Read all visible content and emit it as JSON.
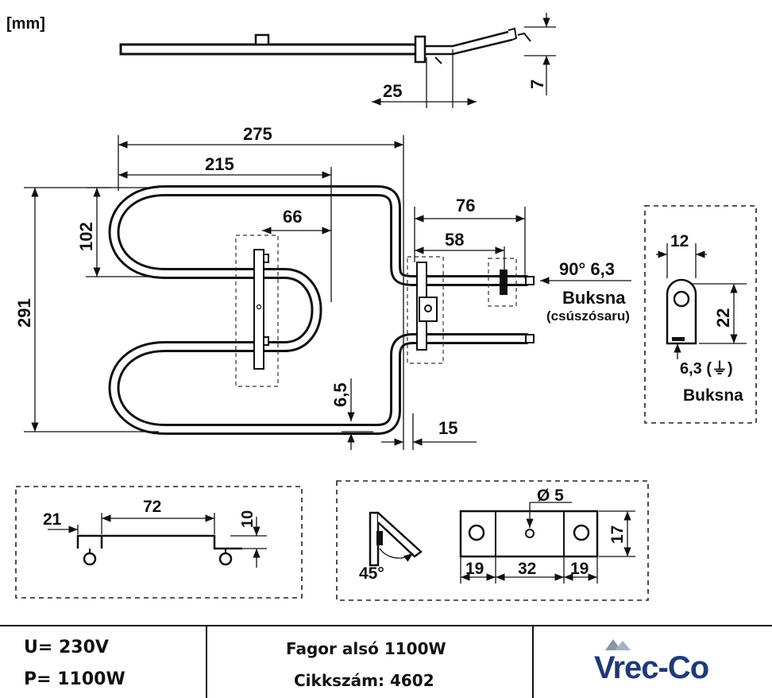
{
  "unit": "[mm]",
  "side_view": {
    "dim_25": "25",
    "dim_7": "7"
  },
  "top_view": {
    "dim_275": "275",
    "dim_215": "215",
    "dim_66": "66",
    "dim_102": "102",
    "dim_291": "291",
    "dim_76": "76",
    "dim_58": "58",
    "dim_6_5": "6,5",
    "dim_15": "15"
  },
  "terminal": {
    "label_angle": "90° 6,3",
    "label_buksna": "Buksna",
    "label_csuszosaru": "(csúszósaru)"
  },
  "ground_detail": {
    "dim_12": "12",
    "dim_22": "22",
    "label_ground": "6,3 (⏚)",
    "label_buksna": "Buksna"
  },
  "bracket_detail": {
    "dim_21": "21",
    "dim_72": "72",
    "dim_10": "10"
  },
  "plate_detail": {
    "angle": "45°",
    "diameter": "Ø 5",
    "dim_17": "17",
    "dim_19a": "19",
    "dim_32": "32",
    "dim_19b": "19"
  },
  "footer": {
    "voltage": "U= 230V",
    "power": "P= 1100W",
    "product": "Fagor alsó 1100W",
    "article": "Cikkszám: 4602",
    "logo_text": "Vrec-Co"
  },
  "colors": {
    "line": "#111111",
    "logo_blue": "#1f3a78",
    "logo_gray": "#8a94a8"
  }
}
